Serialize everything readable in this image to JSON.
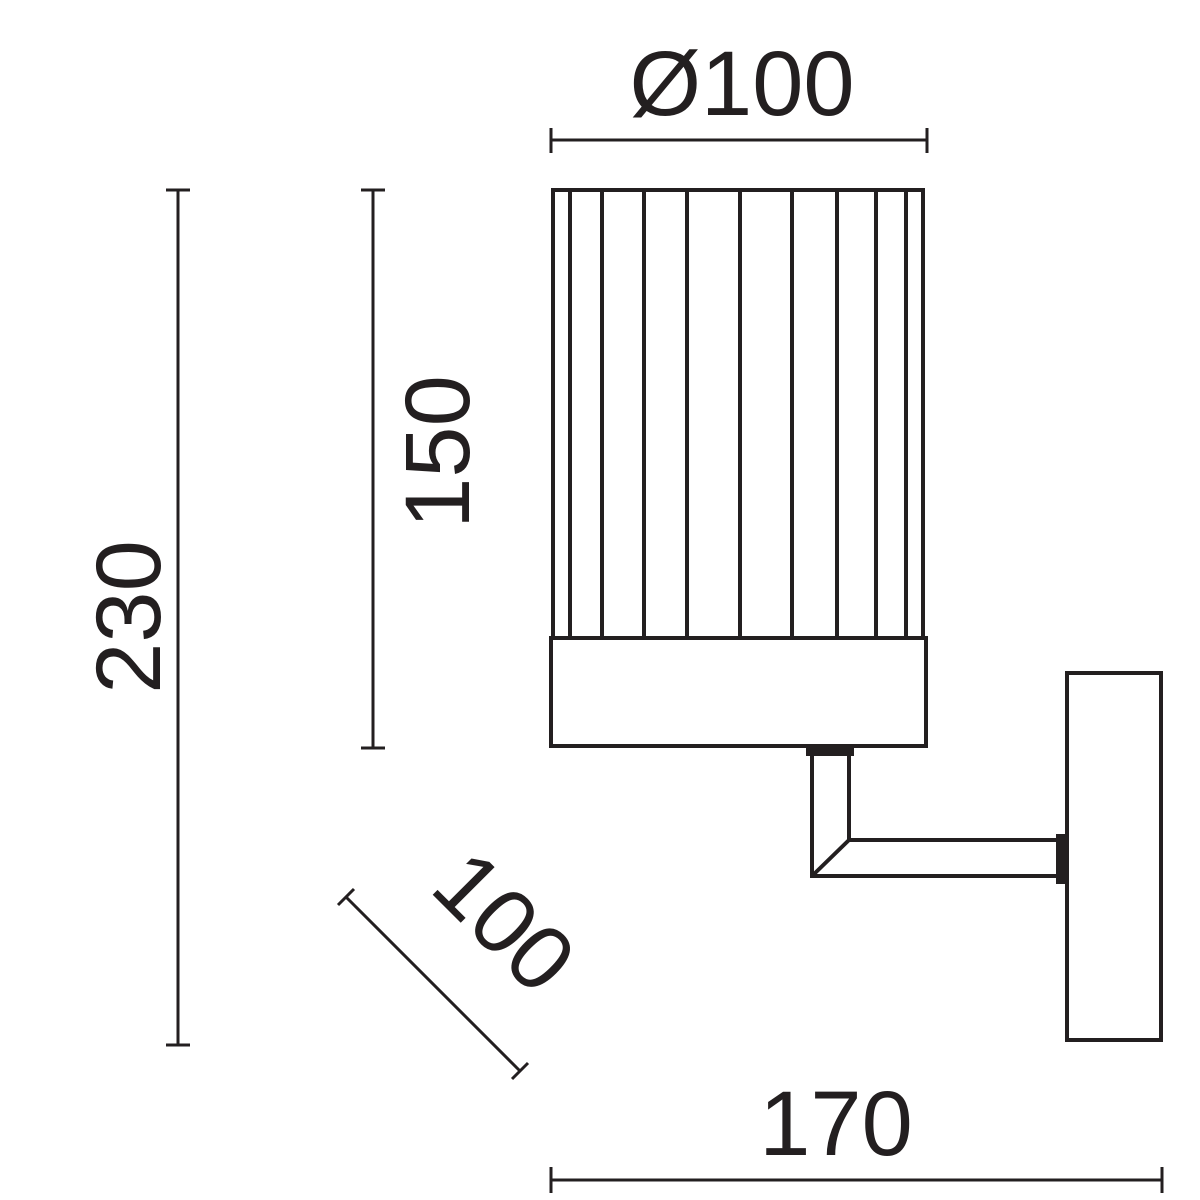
{
  "dimensions": {
    "diameter": "Ø100",
    "total_height": "230",
    "shade_height": "150",
    "depth": "100",
    "projection": "170"
  }
}
